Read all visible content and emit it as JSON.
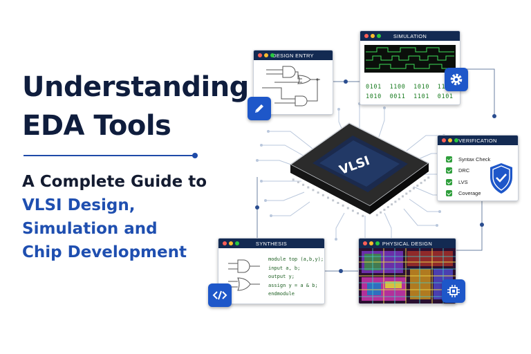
{
  "title": {
    "line1": "Understanding",
    "line2": "EDA Tools"
  },
  "subtitle": {
    "line1": "A Complete Guide to",
    "line2": "VLSI Design,",
    "line3": "Simulation and",
    "line4": "Chip Development"
  },
  "chip": {
    "label": "VLSI"
  },
  "panels": {
    "design_entry": {
      "title": "DESIGN ENTRY",
      "badge_icon": "pencil-icon"
    },
    "simulation": {
      "title": "SIMULATION",
      "bits_row1": "0101 1100 1010 1110",
      "bits_row2": "1010 0011 1101 0101",
      "badge_icon": "gear-icon"
    },
    "verification": {
      "title": "VERIFICATION",
      "checks": [
        "Syntax Check",
        "DRC",
        "LVS",
        "Coverage"
      ],
      "badge_icon": "shield-check-icon"
    },
    "synthesis": {
      "title": "SYNTHESIS",
      "code": [
        "module top (a,b,y);",
        "input a, b;",
        "output y;",
        "assign y = a & b;",
        "endmodule"
      ],
      "badge_icon": "code-icon"
    },
    "physical_design": {
      "title": "PHYSICAL DESIGN",
      "badge_icon": "chip-icon"
    }
  },
  "colors": {
    "navy": "#0f1d3d",
    "accent_blue": "#1f4fb0",
    "badge_blue": "#1e57c9",
    "panel_header": "#132a52",
    "check_green": "#2e9e3b",
    "wave_green": "#3fe05a"
  }
}
